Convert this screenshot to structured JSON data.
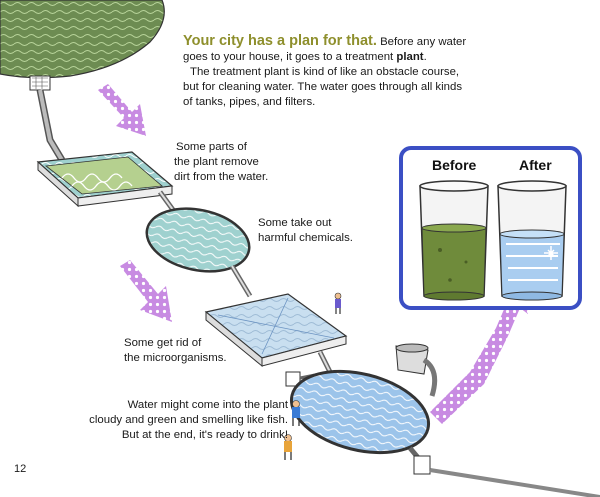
{
  "intro": {
    "headline": "Your city has a plan for that.",
    "line1_rest": " Before any water",
    "line2": "goes to your house, it goes to a treatment ",
    "line2_bold": "plant",
    "line2_end": ".",
    "line3": "The treatment plant is kind of like an obstacle course,",
    "line4": "but for cleaning water. The water goes through all kinds",
    "line5": "of tanks, pipes, and filters."
  },
  "captions": {
    "step1": [
      "Some parts of",
      "the plant remove",
      "dirt from the water."
    ],
    "step2": [
      "Some take out",
      "harmful chemicals."
    ],
    "step3": [
      "Some get rid of",
      "the microorganisms."
    ],
    "step4": [
      "Water might come into the plant",
      "cloudy and green and smelling like fish.",
      "But at the end, it's ready to drink!"
    ]
  },
  "comparison": {
    "before_label": "Before",
    "after_label": "After",
    "frame_color": "#3b4fc4"
  },
  "page_number": "12",
  "colors": {
    "headline": "#8e8f2c",
    "river_green": "#5f7f45",
    "tank_green": "#b9cf8e",
    "tank_teal": "#a9d6d4",
    "tank_blue": "#9fc6e8",
    "arrow_purple": "#c78be0"
  }
}
